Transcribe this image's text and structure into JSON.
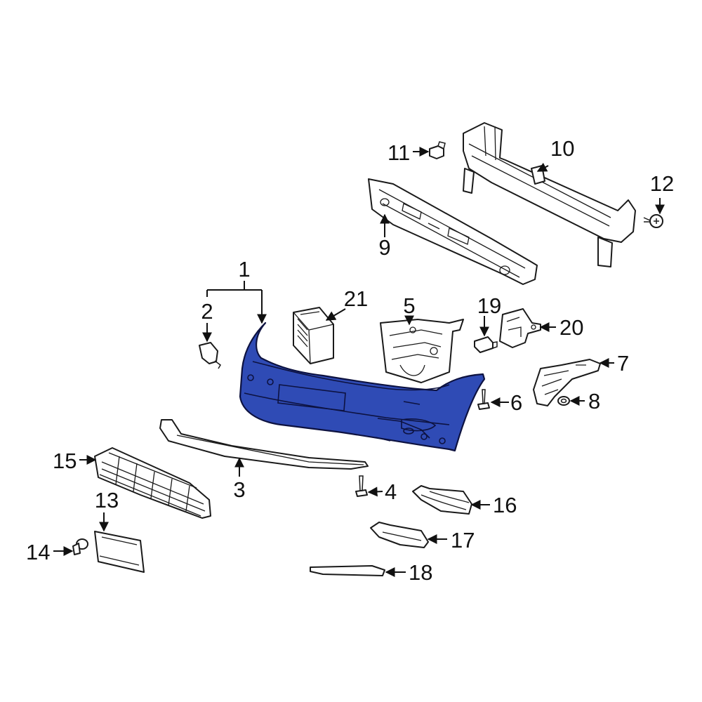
{
  "diagram": {
    "highlight_color": "#2f4bb5",
    "callouts": {
      "c1": "1",
      "c2": "2",
      "c3": "3",
      "c4": "4",
      "c5": "5",
      "c6": "6",
      "c7": "7",
      "c8": "8",
      "c9": "9",
      "c10": "10",
      "c11": "11",
      "c12": "12",
      "c13": "13",
      "c14": "14",
      "c15": "15",
      "c16": "16",
      "c17": "17",
      "c18": "18",
      "c19": "19",
      "c20": "20",
      "c21": "21"
    }
  }
}
